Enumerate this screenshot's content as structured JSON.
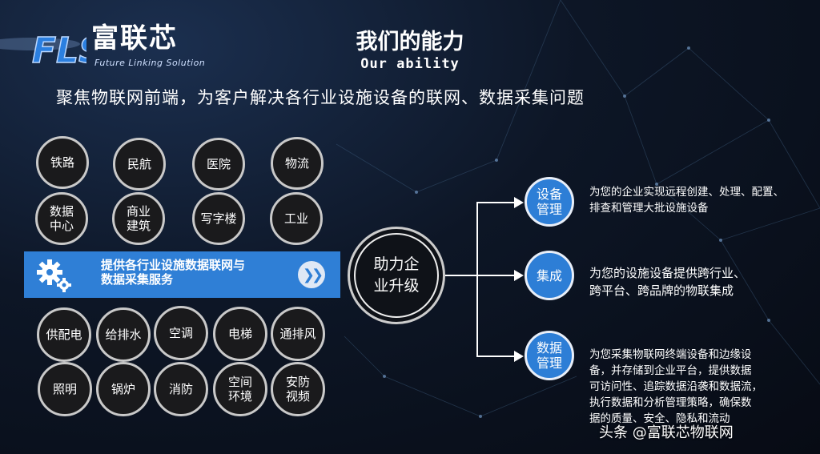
{
  "logo": {
    "mark": "FLS",
    "name_cn": "富联芯",
    "name_en": "Future Linking Solution"
  },
  "header": {
    "title": "我们的能力",
    "title_en": "Our ability",
    "subtitle": "聚焦物联网前端，为客户解决各行业设施设备的联网、数据采集问题"
  },
  "top_industries": [
    "铁路",
    "民航",
    "医院",
    "物流",
    "数据\n中心",
    "商业\n建筑",
    "写字楼",
    "工业"
  ],
  "banner": {
    "text": "提供各行业设施数据联网与\n数据采集服务",
    "icon": "gears-icon",
    "arrow_icon": "double-chevron-right-icon"
  },
  "bottom_systems": [
    "供配电",
    "给排水",
    "空调",
    "电梯",
    "通排风",
    "照明",
    "锅炉",
    "消防",
    "空间\n环境",
    "安防\n视频"
  ],
  "hub": {
    "label": "助力企\n业升级"
  },
  "abilities": [
    {
      "label": "设备\n管理",
      "desc": "为您的企业实现远程创建、处理、配置、\n排查和管理大批设施设备"
    },
    {
      "label": "集成",
      "desc": "为您的设施设备提供跨行业、\n跨平台、跨品牌的物联集成"
    },
    {
      "label": "数据\n管理",
      "desc": "为您采集物联网终端设备和边缘设\n备，并存储到企业平台，提供数据\n可访问性、追踪数据沿袭和数据流，\n执行数据和分析管理策略，确保数\n据的质量、安全、隐私和流动"
    }
  ],
  "watermark": "头条 @富联芯物联网",
  "colors": {
    "accent_blue": "#2d7ed6",
    "banner_blue": "#2f7fd6",
    "background": "#0d1626"
  }
}
